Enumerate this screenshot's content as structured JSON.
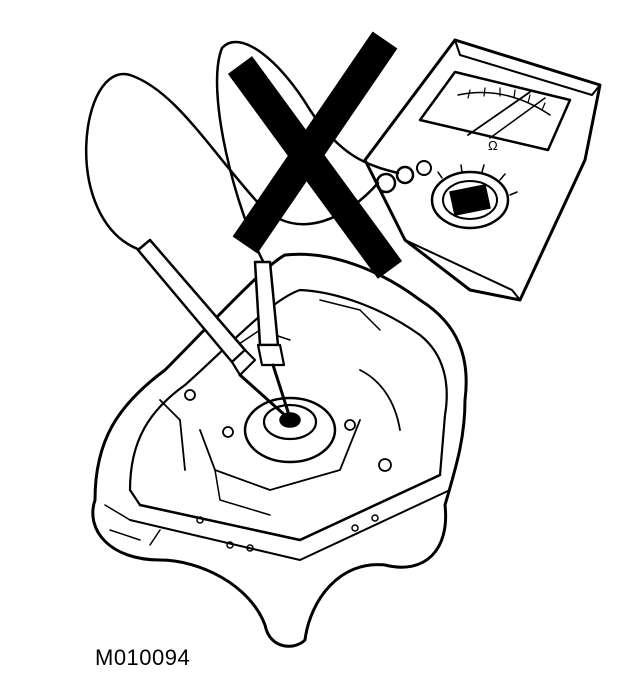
{
  "figure": {
    "reference_code": "M010094",
    "meter_unit_symbol": "Ω",
    "prohibition_mark": "X",
    "colors": {
      "line": "#000000",
      "background": "#ffffff"
    }
  }
}
